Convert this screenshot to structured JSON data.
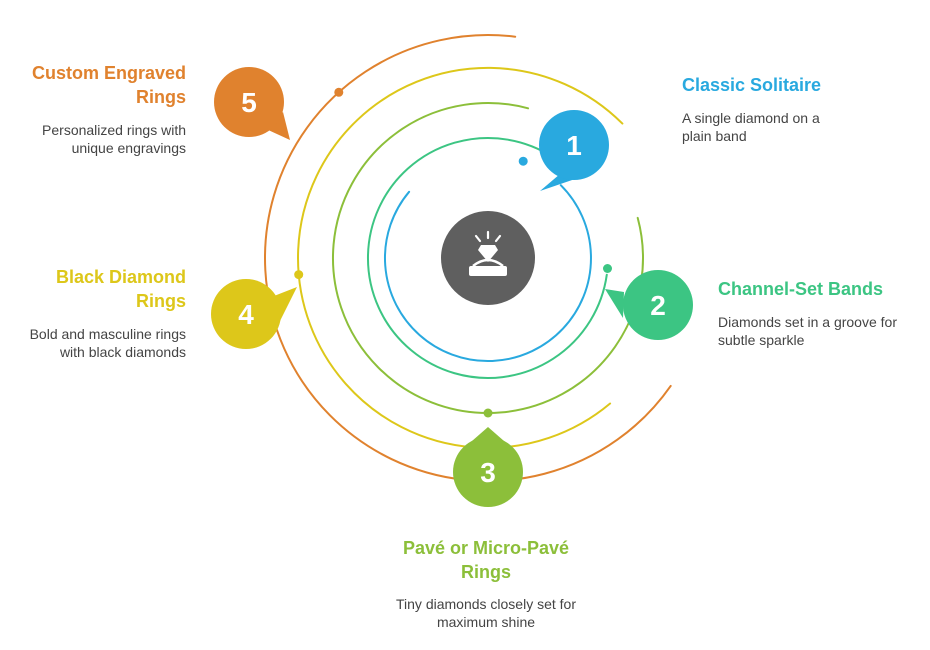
{
  "colors": {
    "item1": "#29A9DF",
    "item2": "#3CC583",
    "item3": "#8CBF3A",
    "item4": "#DDC71A",
    "item5": "#E0822E",
    "center": "#5F5F5F"
  },
  "center": {
    "icon": "diamond-ring-icon"
  },
  "items": [
    {
      "number": "1",
      "title": "Classic Solitaire",
      "description": "A single diamond on a plain band"
    },
    {
      "number": "2",
      "title": "Channel-Set Bands",
      "description": "Diamonds set in a groove for subtle sparkle"
    },
    {
      "number": "3",
      "title": "Pavé or Micro-Pavé Rings",
      "description": "Tiny diamonds closely set for maximum shine"
    },
    {
      "number": "4",
      "title": "Black Diamond Rings",
      "description": "Bold and masculine rings with black diamonds"
    },
    {
      "number": "5",
      "title": "Custom Engraved Rings",
      "description": "Personalized rings with unique engravings"
    }
  ]
}
